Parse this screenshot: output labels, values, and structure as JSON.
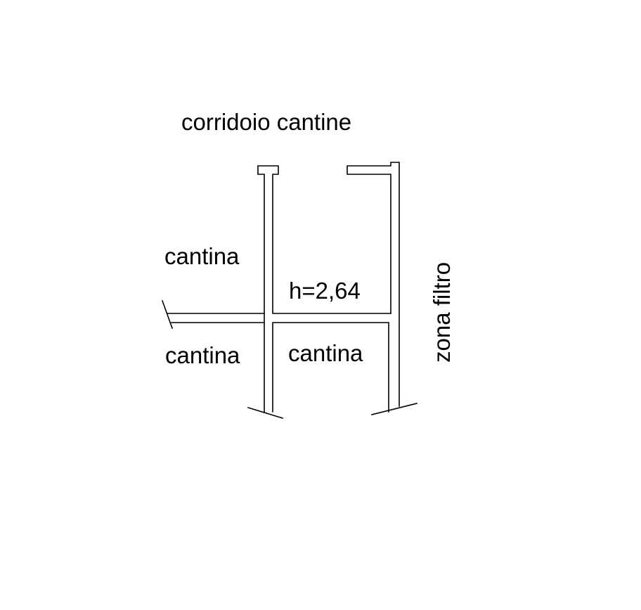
{
  "plan": {
    "corridor_label": "corridoio cantine",
    "rooms": [
      {
        "label": "cantina"
      },
      {
        "label": "cantina"
      },
      {
        "label": "cantina"
      }
    ],
    "height_label": "h=2,64",
    "filter_zone_label": "zona filtro"
  }
}
